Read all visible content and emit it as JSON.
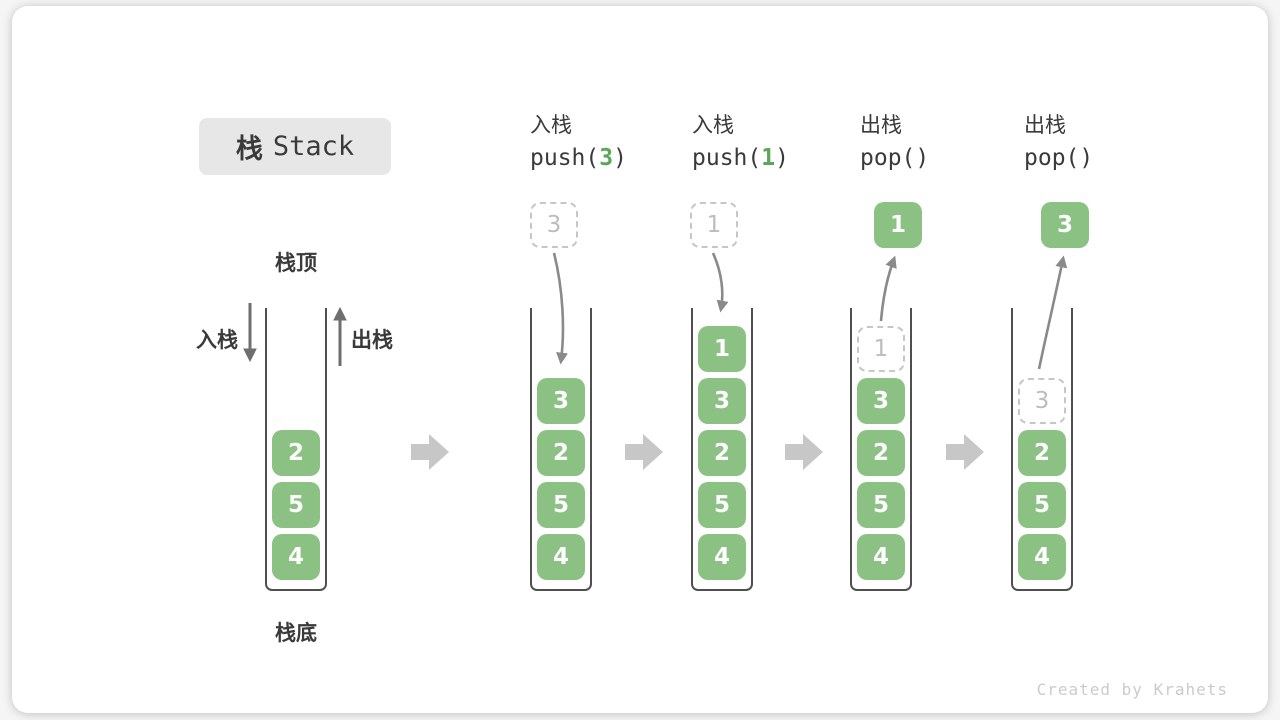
{
  "title": {
    "zh": "栈",
    "en": "Stack"
  },
  "labels": {
    "stack_top": "栈顶",
    "stack_bottom": "栈底",
    "push_side": "入栈",
    "pop_side": "出栈"
  },
  "watermark": "Created by Krahets",
  "colors": {
    "box_green": "#8cc184",
    "code_arg_green": "#5aa75a",
    "ghost_border_gray": "#c6c6c6",
    "curved_arrow_gray": "#8a8a8a",
    "side_arrow_gray": "#6e6e6e",
    "block_arrow_gray": "#c7c7c7",
    "title_box_bg": "#e7e7e7",
    "text_dark": "#3a3a3a"
  },
  "columns": [
    {
      "id": "initial-stack",
      "items": [
        "2",
        "5",
        "4"
      ]
    },
    {
      "id": "push-3",
      "label": "入栈",
      "code": {
        "pre": "push(",
        "arg": "3",
        "post": ")"
      },
      "floating": "3",
      "items": [
        "3",
        "2",
        "5",
        "4"
      ]
    },
    {
      "id": "push-1",
      "label": "入栈",
      "code": {
        "pre": "push(",
        "arg": "1",
        "post": ")"
      },
      "floating": "1",
      "items": [
        "1",
        "3",
        "2",
        "5",
        "4"
      ]
    },
    {
      "id": "pop-1",
      "label": "出栈",
      "code": {
        "pre": "pop(",
        "arg": "",
        "post": ")"
      },
      "floating": "1",
      "ghost": "1",
      "items": [
        "3",
        "2",
        "5",
        "4"
      ]
    },
    {
      "id": "pop-3",
      "label": "出栈",
      "code": {
        "pre": "pop(",
        "arg": "",
        "post": ")"
      },
      "floating": "3",
      "ghost": "3",
      "items": [
        "2",
        "5",
        "4"
      ]
    }
  ]
}
